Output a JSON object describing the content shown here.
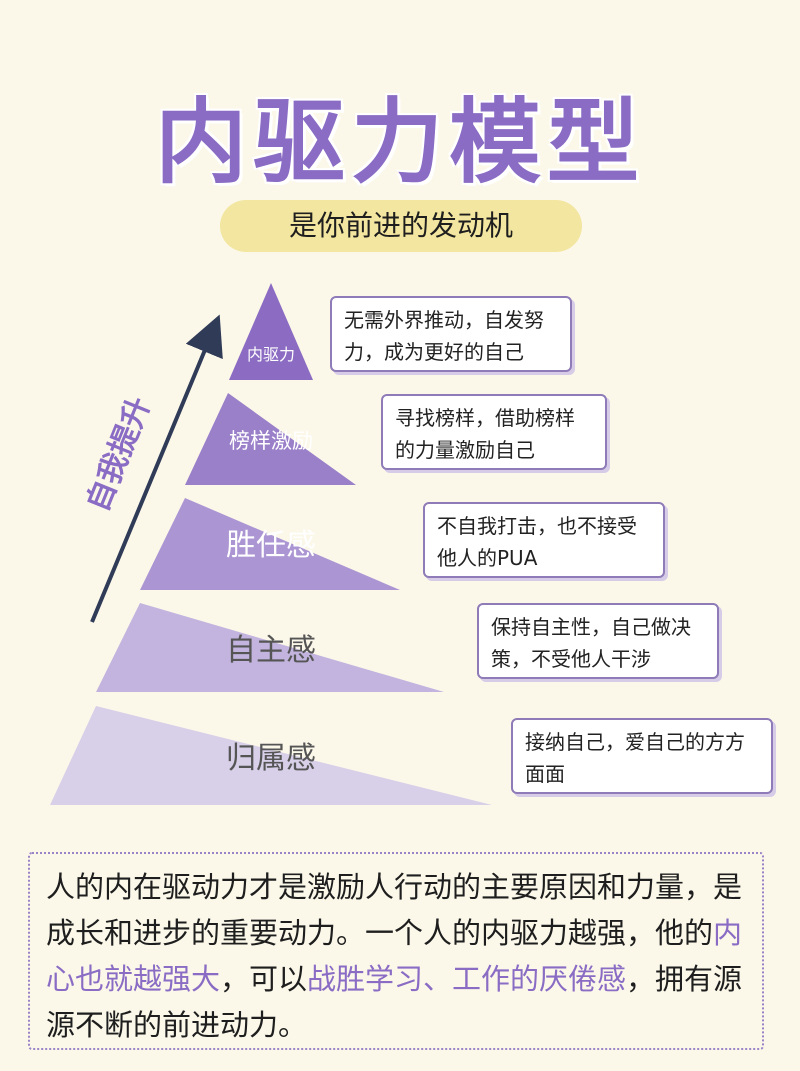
{
  "title": "内驱力模型",
  "subtitle": "是你前进的发动机",
  "arrow_label": "自我提升",
  "layers": [
    {
      "label": "内驱力",
      "note": [
        "无需外界推动，自发努",
        "力，成为更好的自己"
      ]
    },
    {
      "label": "榜样激励",
      "note": [
        "寻找榜样，借助榜样",
        "的力量激励自己"
      ]
    },
    {
      "label": "胜任感",
      "note": [
        "不自我打击，也不接受",
        "他人的PUA"
      ]
    },
    {
      "label": "自主感",
      "note": [
        "保持自主性，自己做决",
        "策，不受他人干涉"
      ]
    },
    {
      "label": "归属感",
      "note": [
        "接纳自己，爱自己的方方",
        "面面"
      ]
    }
  ],
  "colors": {
    "title": "#8a6cc4",
    "subtitle_bg": "#f3e6a0",
    "layer_fills": [
      "#8b6cc2",
      "#9a7fc9",
      "#ab95d3",
      "#c2b4de",
      "#d8cfe8"
    ],
    "arrow": "#2f3b57",
    "highlight": "#8a6cc4"
  },
  "summary": {
    "p1": "人的内在驱动力才是激励人行动的主要原因和力量，是成长和进步的重要动力。一个人的内驱力越强，他的",
    "h1": "内心也就越强大",
    "p2": "，可以",
    "h2": "战胜学习、工作的厌倦感",
    "p3": "，拥有源源不断的前进动力。"
  }
}
